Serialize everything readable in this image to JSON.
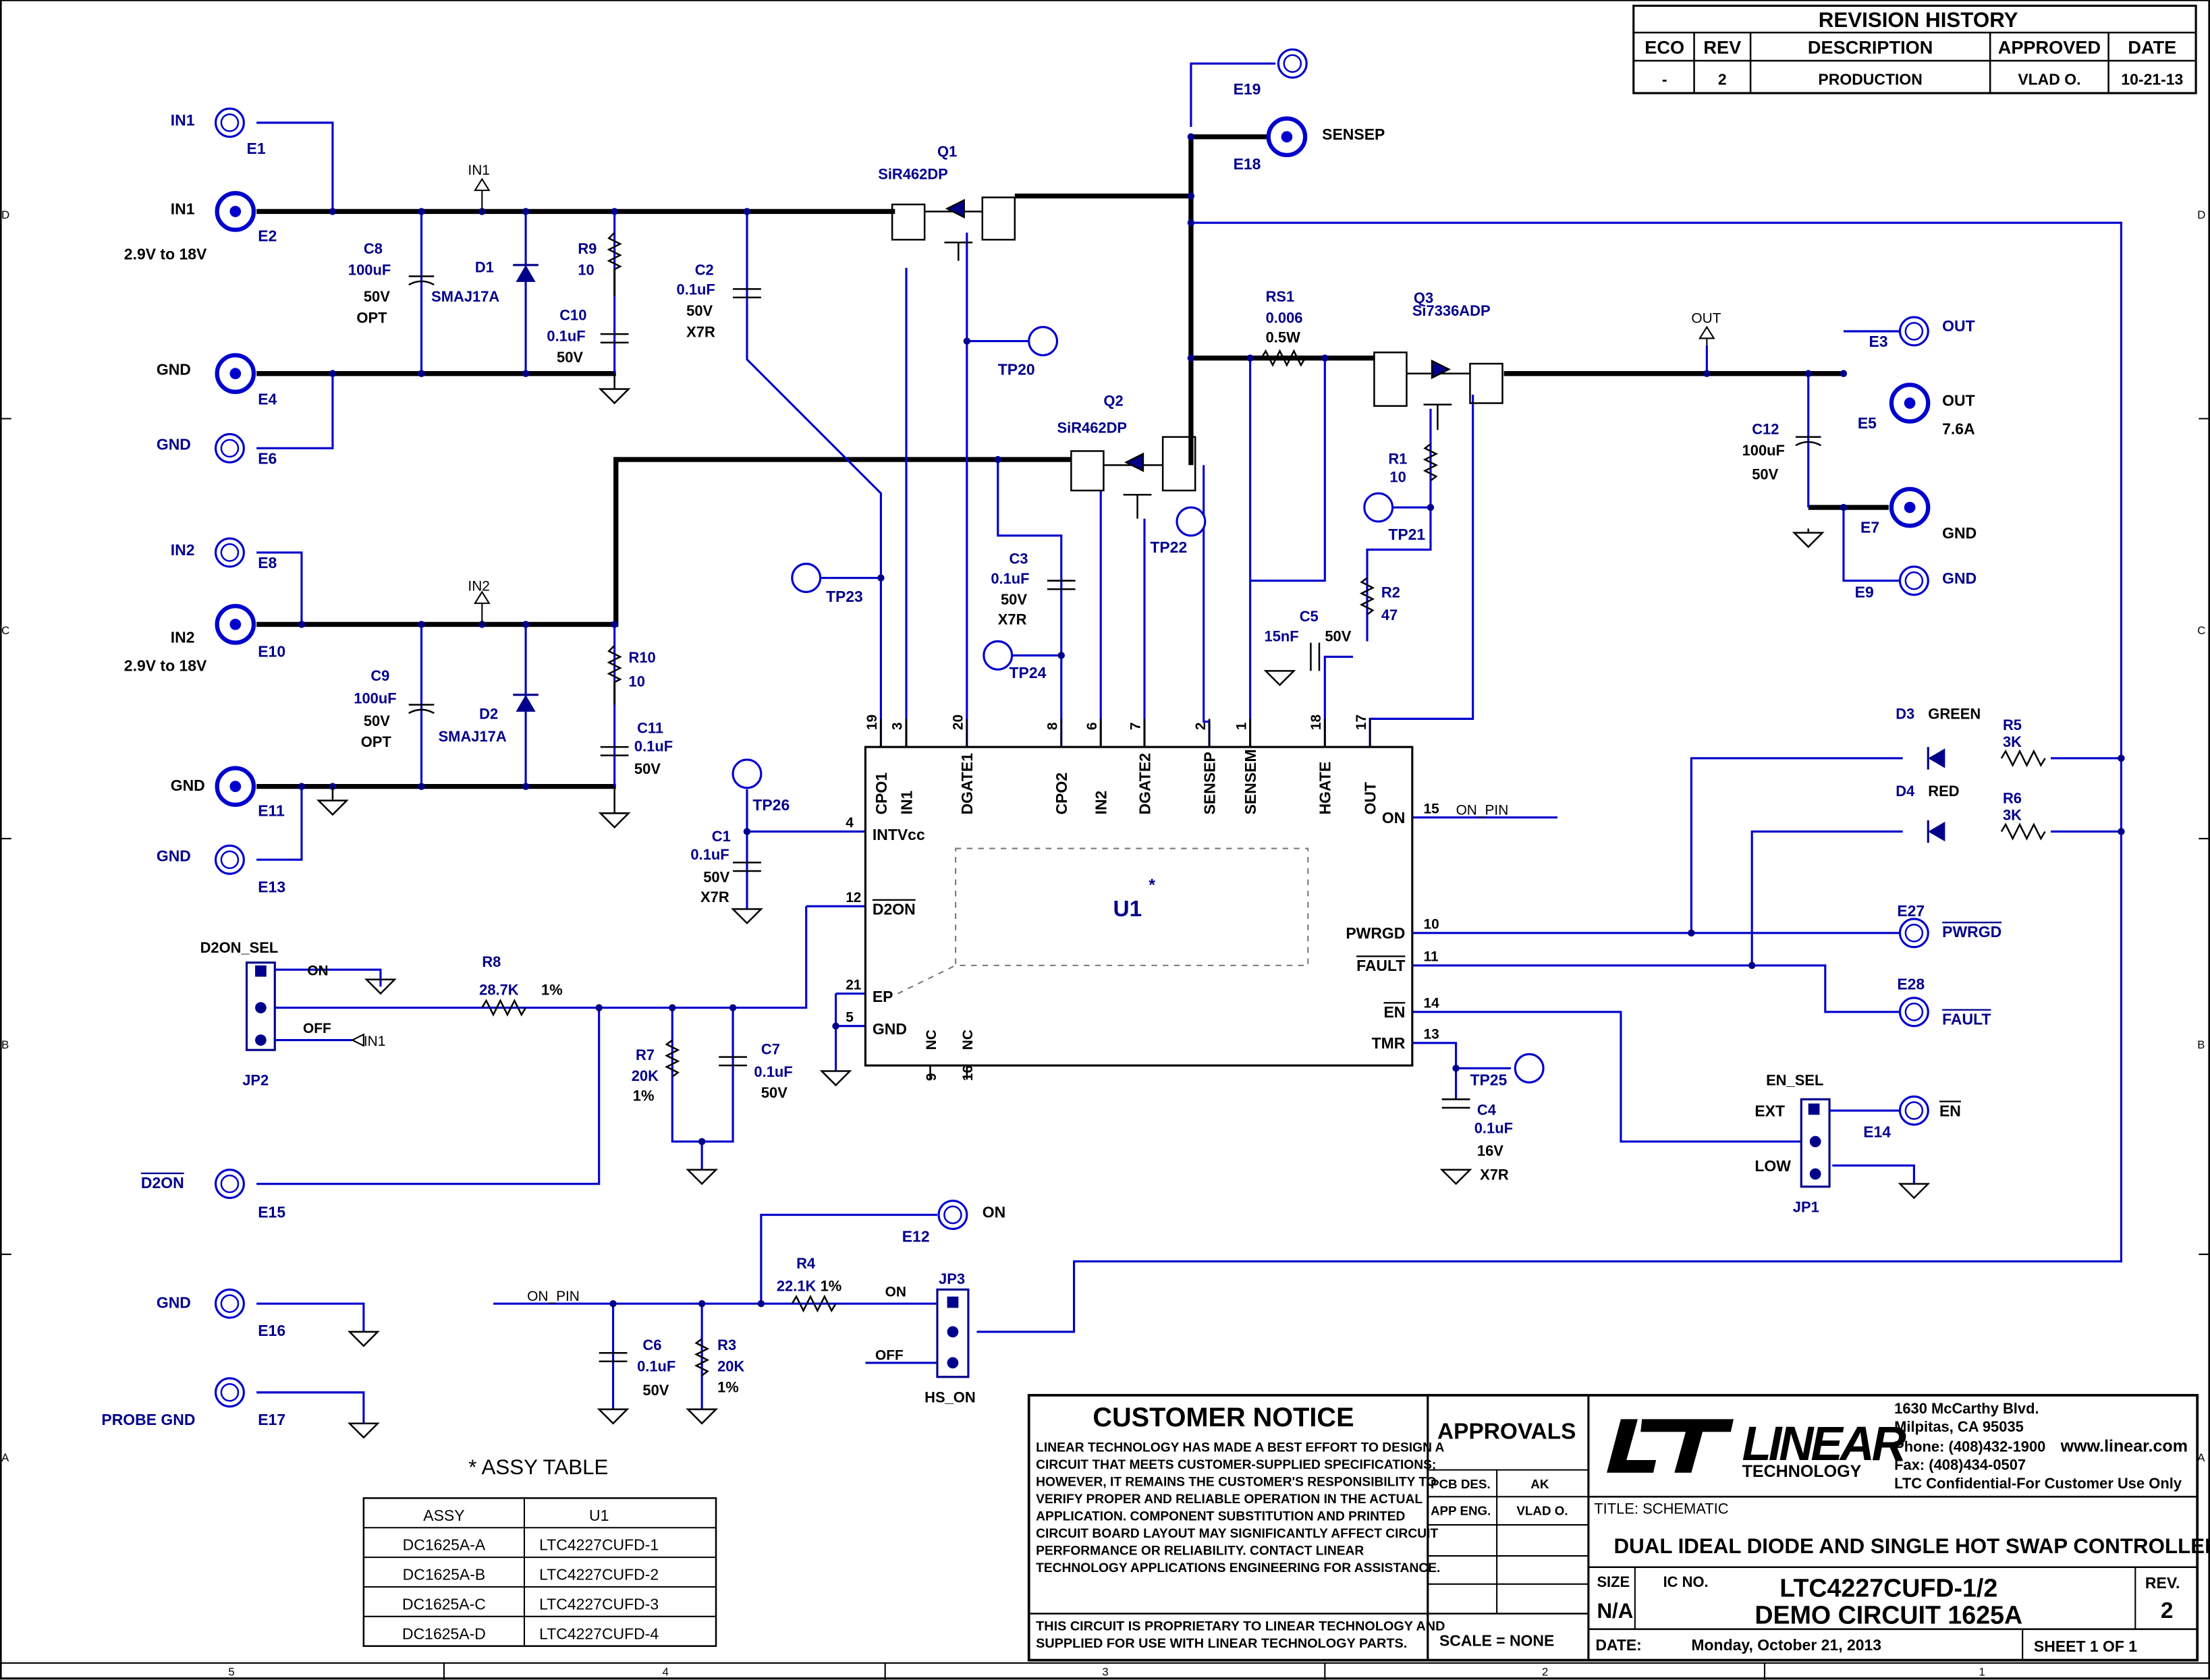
{
  "revision": {
    "title": "REVISION HISTORY",
    "headers": [
      "ECO",
      "REV",
      "DESCRIPTION",
      "APPROVED",
      "DATE"
    ],
    "row": [
      "-",
      "2",
      "PRODUCTION",
      "VLAD O.",
      "10-21-13"
    ]
  },
  "nets": {
    "in1": "IN1",
    "in2": "IN2",
    "gnd": "GND",
    "range": "2.9V to 18V",
    "sensep": "SENSEP",
    "out": "OUT",
    "out_current": "7.6A",
    "probe_gnd": "PROBE GND",
    "d2on": "D2ON",
    "on": "ON",
    "en": "EN",
    "pwrgd": "PWRGD",
    "fault": "FAULT",
    "on_pin": "ON_PIN",
    "low": "LOW",
    "ext": "EXT",
    "off": "OFF"
  },
  "terminals": [
    "E1",
    "E2",
    "E4",
    "E6",
    "E8",
    "E10",
    "E11",
    "E13",
    "E15",
    "E16",
    "E17",
    "E19",
    "E18",
    "E3",
    "E5",
    "E7",
    "E9",
    "E27",
    "E28",
    "E14",
    "E12"
  ],
  "testpoints": [
    "TP20",
    "TP21",
    "TP22",
    "TP23",
    "TP24",
    "TP25",
    "TP26"
  ],
  "parts": {
    "c8": [
      "C8",
      "100uF",
      "50V",
      "OPT"
    ],
    "d1": [
      "D1",
      "SMAJ17A"
    ],
    "r9": [
      "R9",
      "10"
    ],
    "c10": [
      "C10",
      "0.1uF",
      "50V"
    ],
    "c2": [
      "C2",
      "0.1uF",
      "50V",
      "X7R"
    ],
    "c9": [
      "C9",
      "100uF",
      "50V",
      "OPT"
    ],
    "d2": [
      "D2",
      "SMAJ17A"
    ],
    "r10": [
      "R10",
      "10"
    ],
    "c11": [
      "C11",
      "0.1uF",
      "50V"
    ],
    "q1": [
      "Q1",
      "SiR462DP"
    ],
    "q2": [
      "Q2",
      "SiR462DP"
    ],
    "q3": [
      "Q3",
      "Si7336ADP"
    ],
    "rs1": [
      "RS1",
      "0.006",
      "0.5W"
    ],
    "r1": [
      "R1",
      "10"
    ],
    "r2": [
      "R2",
      "47"
    ],
    "c5": [
      "C5",
      "15nF",
      "50V"
    ],
    "c3": [
      "C3",
      "0.1uF",
      "50V",
      "X7R"
    ],
    "c12": [
      "C12",
      "100uF",
      "50V"
    ],
    "c1": [
      "C1",
      "0.1uF",
      "50V",
      "X7R"
    ],
    "r8": [
      "R8",
      "28.7K",
      "1%"
    ],
    "r7": [
      "R7",
      "20K",
      "1%"
    ],
    "c7": [
      "C7",
      "0.1uF",
      "50V"
    ],
    "c4": [
      "C4",
      "0.1uF",
      "16V",
      "X7R"
    ],
    "r4": [
      "R4",
      "22.1K",
      "1%"
    ],
    "c6": [
      "C6",
      "0.1uF",
      "50V"
    ],
    "r3": [
      "R3",
      "20K",
      "1%"
    ],
    "d3": [
      "D3",
      "GREEN"
    ],
    "d4": [
      "D4",
      "RED"
    ],
    "r5": [
      "R5",
      "3K"
    ],
    "r6": [
      "R6",
      "3K"
    ],
    "jp1": [
      "JP1",
      "EN_SEL"
    ],
    "jp2": [
      "JP2",
      "D2ON_SEL"
    ],
    "jp3": [
      "JP3",
      "HS_ON"
    ]
  },
  "u1": {
    "name": "U1",
    "top_pins": [
      [
        "19",
        "CPO1"
      ],
      [
        "3",
        "IN1"
      ],
      [
        "20",
        "DGATE1"
      ],
      [
        "8",
        "CPO2"
      ],
      [
        "6",
        "IN2"
      ],
      [
        "7",
        "DGATE2"
      ],
      [
        "2",
        "SENSEP"
      ],
      [
        "1",
        "SENSEM"
      ],
      [
        "18",
        "HGATE"
      ],
      [
        "17",
        "OUT"
      ]
    ],
    "left_pins": [
      [
        "4",
        "INTVcc"
      ],
      [
        "12",
        "D2ON"
      ],
      [
        "21",
        "EP"
      ],
      [
        "5",
        "GND"
      ]
    ],
    "right_pins": [
      [
        "15",
        "ON"
      ],
      [
        "10",
        "PWRGD"
      ],
      [
        "11",
        "FAULT"
      ],
      [
        "14",
        "EN"
      ],
      [
        "13",
        "TMR"
      ]
    ],
    "bottom_pins": [
      [
        "9",
        "NC"
      ],
      [
        "16",
        "NC"
      ]
    ]
  },
  "assy": {
    "title": "*  ASSY TABLE",
    "headers": [
      "ASSY",
      "U1"
    ],
    "rows": [
      [
        "DC1625A-A",
        "LTC4227CUFD-1"
      ],
      [
        "DC1625A-B",
        "LTC4227CUFD-2"
      ],
      [
        "DC1625A-C",
        "LTC4227CUFD-3"
      ],
      [
        "DC1625A-D",
        "LTC4227CUFD-4"
      ]
    ]
  },
  "title_block": {
    "notice_title": "CUSTOMER NOTICE",
    "notice_lines": [
      "LINEAR TECHNOLOGY HAS MADE A BEST EFFORT TO DESIGN A",
      "CIRCUIT THAT MEETS CUSTOMER-SUPPLIED SPECIFICATIONS;",
      "HOWEVER, IT REMAINS THE CUSTOMER'S RESPONSIBILITY TO",
      "VERIFY PROPER AND RELIABLE OPERATION IN THE ACTUAL",
      "APPLICATION.  COMPONENT SUBSTITUTION AND PRINTED",
      "CIRCUIT BOARD LAYOUT MAY SIGNIFICANTLY AFFECT CIRCUIT",
      "PERFORMANCE OR RELIABILITY.  CONTACT LINEAR",
      "TECHNOLOGY APPLICATIONS ENGINEERING FOR ASSISTANCE."
    ],
    "proprietary": [
      "THIS CIRCUIT IS PROPRIETARY TO LINEAR TECHNOLOGY AND",
      "SUPPLIED FOR USE WITH LINEAR TECHNOLOGY PARTS."
    ],
    "approvals": "APPROVALS",
    "pcb_des": "PCB DES.",
    "pcb_des_by": "AK",
    "app_eng": "APP ENG.",
    "app_eng_by": "VLAD O.",
    "scale": "SCALE = NONE",
    "logo_word": "LINEAR",
    "logo_sub": "TECHNOLOGY",
    "address": [
      "1630 McCarthy Blvd.",
      "Milpitas, CA 95035",
      "Phone: (408)432-1900",
      "Fax: (408)434-0507",
      "LTC Confidential-For Customer Use Only"
    ],
    "website": "www.linear.com",
    "title_label": "TITLE:  SCHEMATIC",
    "title": "DUAL IDEAL DIODE AND SINGLE HOT SWAP CONTROLLER",
    "size_label": "SIZE",
    "size": "N/A",
    "ic_label": "IC NO.",
    "ic_no": "LTC4227CUFD-1/2",
    "demo": "DEMO CIRCUIT 1625A",
    "rev_label": "REV.",
    "rev": "2",
    "date_label": "DATE:",
    "date": "Monday, October 21, 2013",
    "sheet": "SHEET   1     OF   1"
  },
  "border": {
    "cols": [
      "5",
      "4",
      "3",
      "2",
      "1"
    ],
    "rows": [
      "D",
      "C",
      "B",
      "A"
    ]
  }
}
